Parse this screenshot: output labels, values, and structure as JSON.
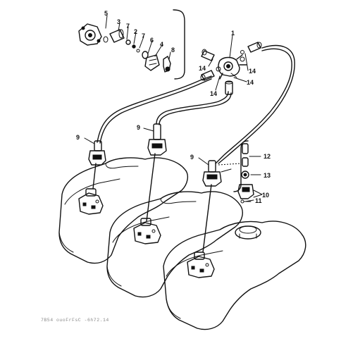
{
  "diagram": {
    "caption": "7B54 ouoFrFsC  -6h72.14",
    "callouts": {
      "c1": "1",
      "c2": "2",
      "c3": "3",
      "c4": "4",
      "c5": "5",
      "c6": "6",
      "c7": "7",
      "c8": "8",
      "c9a": "9",
      "c9b": "9",
      "c9c": "9",
      "c10": "10",
      "c11": "11",
      "c12": "12",
      "c13": "13",
      "c14a": "14",
      "c14b": "14",
      "c14c": "14",
      "c14d": "14"
    },
    "parts": {
      "fuel_tanks": 3,
      "fuel_lines": 3,
      "tank_connectors": 3
    }
  }
}
